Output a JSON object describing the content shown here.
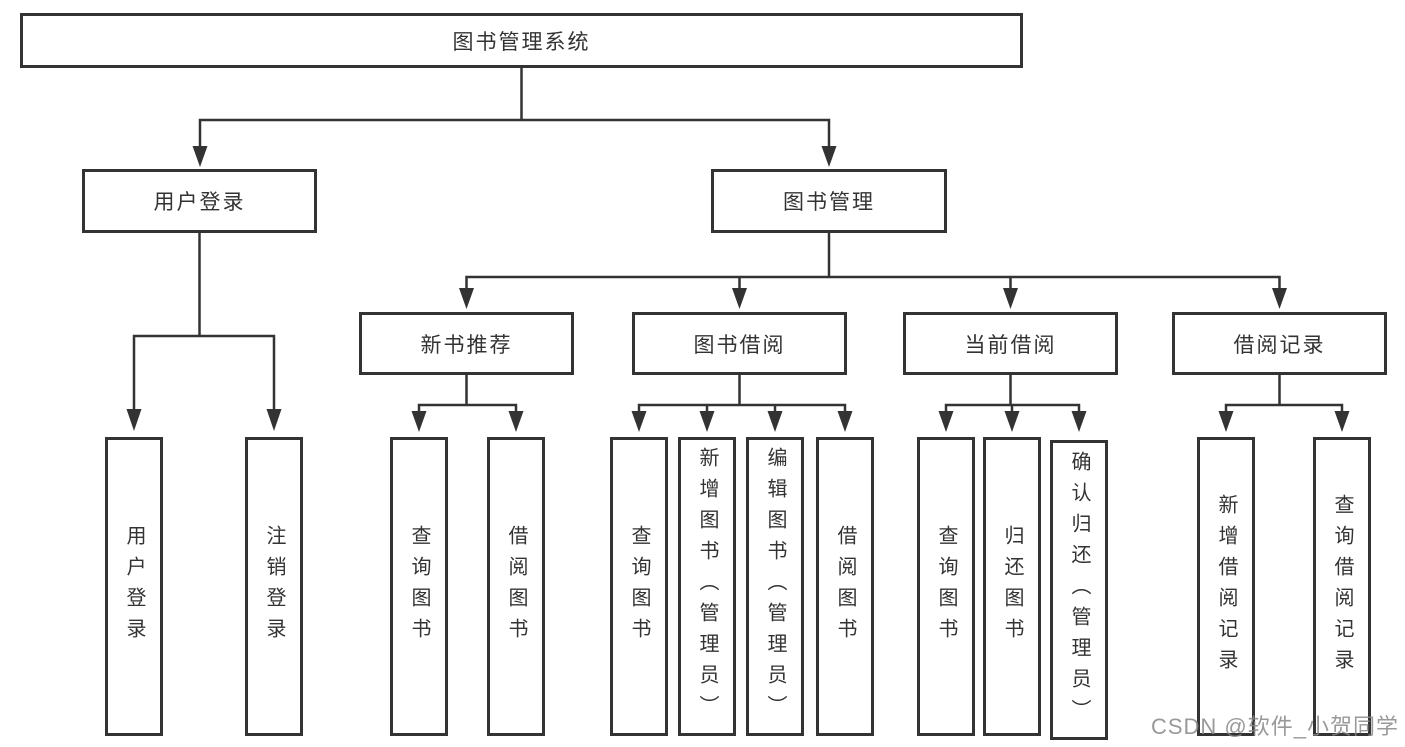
{
  "tree": {
    "label": "图书管理系统",
    "children": [
      {
        "label": "用户登录",
        "children": [
          {
            "label": "用户登录"
          },
          {
            "label": "注销登录"
          }
        ]
      },
      {
        "label": "图书管理",
        "children": [
          {
            "label": "新书推荐",
            "children": [
              {
                "label": "查询图书"
              },
              {
                "label": "借阅图书"
              }
            ]
          },
          {
            "label": "图书借阅",
            "children": [
              {
                "label": "查询图书"
              },
              {
                "label": "新增图书（管理员）"
              },
              {
                "label": "编辑图书（管理员）"
              },
              {
                "label": "借阅图书"
              }
            ]
          },
          {
            "label": "当前借阅",
            "children": [
              {
                "label": "查询图书"
              },
              {
                "label": "归还图书"
              },
              {
                "label": "确认归还（管理员）"
              }
            ]
          },
          {
            "label": "借阅记录",
            "children": [
              {
                "label": "新增借阅记录"
              },
              {
                "label": "查询借阅记录"
              }
            ]
          }
        ]
      }
    ]
  },
  "watermark": {
    "text": "CSDN @软件_小贺同学"
  },
  "colors": {
    "line": "#333333",
    "box_border": "#333333",
    "box_fill": "#ffffff",
    "text": "#333333",
    "watermark": "#878787"
  }
}
